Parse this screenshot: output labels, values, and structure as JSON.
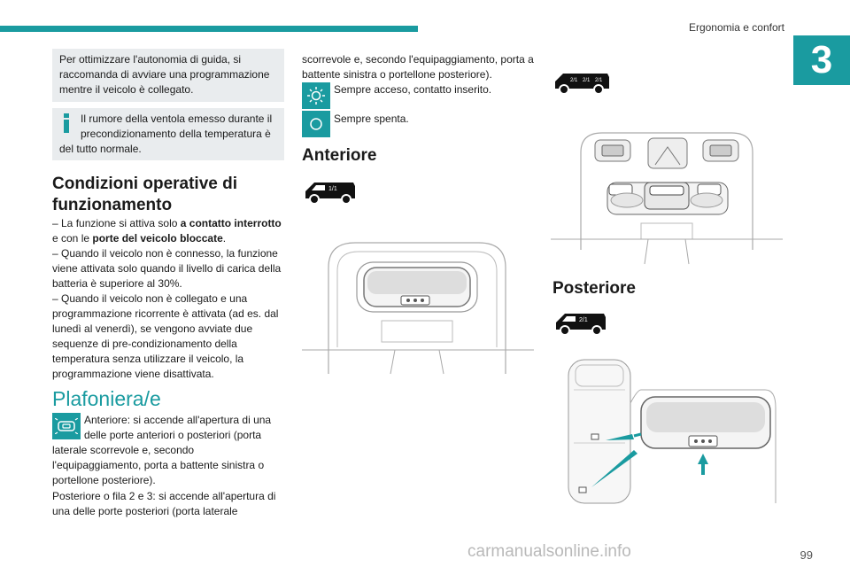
{
  "header": {
    "title": "Ergonomia e confort",
    "chapter": "3"
  },
  "tip_box": {
    "text": "Per ottimizzare l'autonomia di guida, si raccomanda di avviare una programmazione mentre il veicolo è collegato."
  },
  "info_box": {
    "icon": "info-icon",
    "text": "Il rumore della ventola emesso durante il precondizionamento della temperatura è del tutto normale."
  },
  "conditions": {
    "heading_line1": "Condizioni operative di",
    "heading_line2": "funzionamento",
    "item1_a": "– La funzione si attiva solo ",
    "item1_b": "a contatto interrotto",
    "item1_c": " e con le ",
    "item1_d": "porte del veicolo bloccate",
    "item1_e": ".",
    "item2": "– Quando il veicolo non è connesso, la funzione viene attivata solo quando il livello di carica della batteria è superiore al 30%.",
    "item3": "– Quando il veicolo non è collegato e una programmazione ricorrente è attivata (ad es. dal lunedì al venerdì), se vengono avviate due sequenze di pre-condizionamento della temperatura senza utilizzare il veicolo, la programmazione viene disattivata."
  },
  "plafoniera": {
    "heading": "Plafoniera/e",
    "door_icon": "door-light-icon",
    "text_front": "Anteriore: si accende all'apertura di una delle porte anteriori o posteriori (porta laterale scorrevole e, secondo l'equipaggiamento, porta a battente sinistra o portellone posteriore).",
    "text_rear": "Posteriore o fila 2 e 3: si accende all'apertura di una delle porte posteriori (porta laterale scorrevole e, secondo l'equipaggiamento, porta a battente sinistra o portellone posteriore).",
    "on_icon": "light-on-icon",
    "on_text": "Sempre acceso, contatto inserito.",
    "off_icon": "light-off-icon",
    "off_text": "Sempre spenta."
  },
  "anteriore": {
    "heading": "Anteriore",
    "badge": "1/1"
  },
  "posteriore": {
    "heading": "Posteriore",
    "badge": "2/1"
  },
  "multi_van": {
    "badges": [
      "2/1",
      "2/1",
      "2/1"
    ]
  },
  "footer": {
    "page": "99",
    "watermark": "carmanualsonline.info"
  },
  "colors": {
    "accent": "#1a9ba0",
    "box": "#e9ecee"
  }
}
